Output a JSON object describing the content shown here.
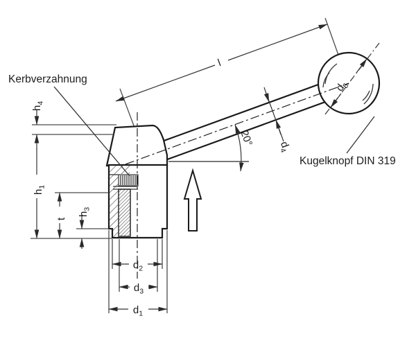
{
  "drawing": {
    "title_hint": "adjustable clamping lever section view",
    "background": "#ffffff",
    "line_color": "#1a1a1a",
    "dim_color": "#333333",
    "annotations": {
      "serration_label": "Kerbverzahnung",
      "knob_label": "Kugelknopf DIN 319",
      "angle": "20°",
      "length": "l"
    },
    "dimensions": {
      "h4": {
        "base": "h",
        "sub": "4"
      },
      "h1": {
        "base": "h",
        "sub": "1"
      },
      "t": {
        "base": "t",
        "sub": ""
      },
      "h3": {
        "base": "h",
        "sub": "3"
      },
      "d2": {
        "base": "d",
        "sub": "2"
      },
      "d3": {
        "base": "d",
        "sub": "3"
      },
      "d1": {
        "base": "d",
        "sub": "1"
      },
      "d4": {
        "base": "d",
        "sub": "4"
      },
      "d5": {
        "base": "d",
        "sub": "5"
      }
    }
  }
}
